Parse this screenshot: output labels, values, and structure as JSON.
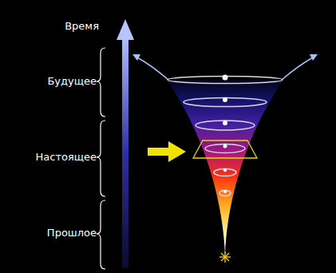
{
  "diagram": {
    "labels": [
      "Время",
      "Будущее",
      "Настоящее",
      "Прошлое"
    ]
  }
}
